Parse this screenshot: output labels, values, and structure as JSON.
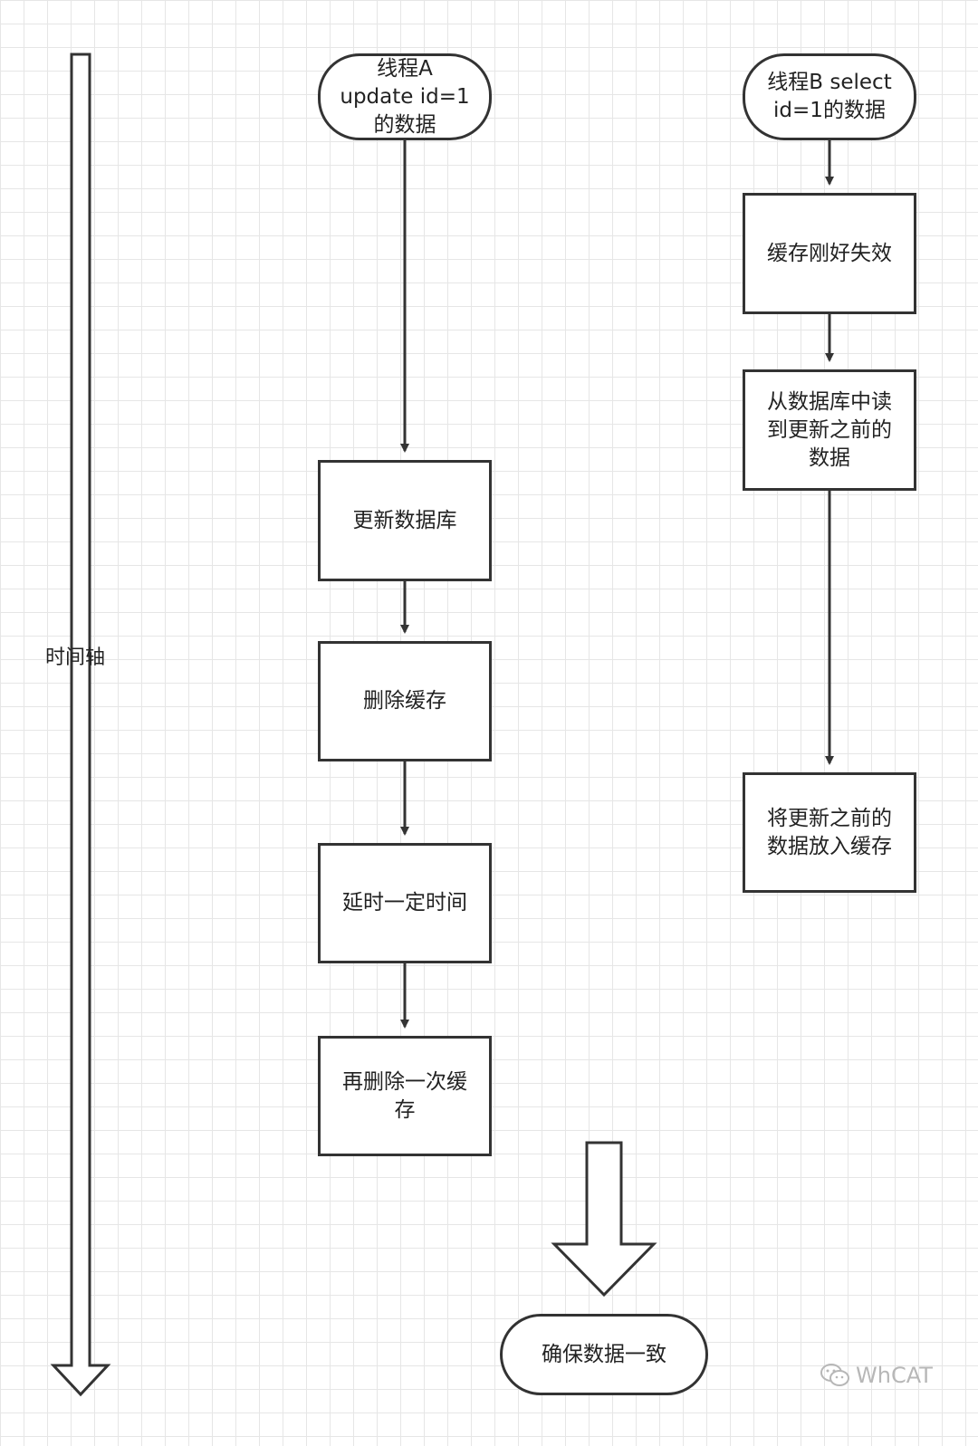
{
  "axis": {
    "label": "时间轴"
  },
  "thread_a": {
    "start": "线程A\nupdate id=1\n的数据",
    "steps": [
      "更新数据库",
      "删除缓存",
      "延时一定时间",
      "再删除一次缓\n存"
    ]
  },
  "thread_b": {
    "start": "线程B select\nid=1的数据",
    "steps": [
      "缓存刚好失效",
      "从数据库中读\n到更新之前的\n数据",
      "将更新之前的\n数据放入缓存"
    ]
  },
  "result": {
    "label": "确保数据一致"
  },
  "watermark": {
    "text": "WhCAT",
    "icon": "wechat-icon"
  }
}
